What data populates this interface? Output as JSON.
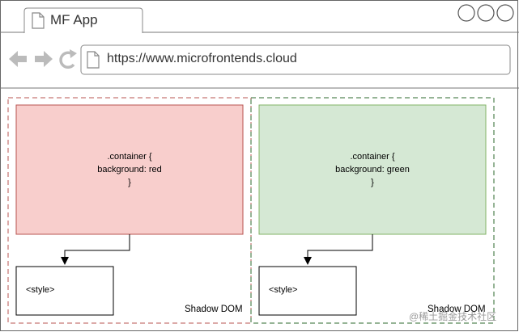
{
  "browser": {
    "tab_title": "MF App",
    "url": "https://www.microfrontends.cloud"
  },
  "red_app": {
    "code_lines": [
      ".container {",
      "background: red",
      "}"
    ],
    "style_label": "<style>",
    "shadow_label": "Shadow DOM",
    "fill_color": "#f8cecc",
    "stroke_color": "#b85450",
    "border_color": "#b85450"
  },
  "green_app": {
    "code_lines": [
      ".container {",
      "background: green",
      "}"
    ],
    "style_label": "<style>",
    "shadow_label": "Shadow DOM",
    "fill_color": "#d5e8d4",
    "stroke_color": "#82b366",
    "border_color": "#2d6a2d"
  },
  "watermark": "@稀土掘金技术社区"
}
